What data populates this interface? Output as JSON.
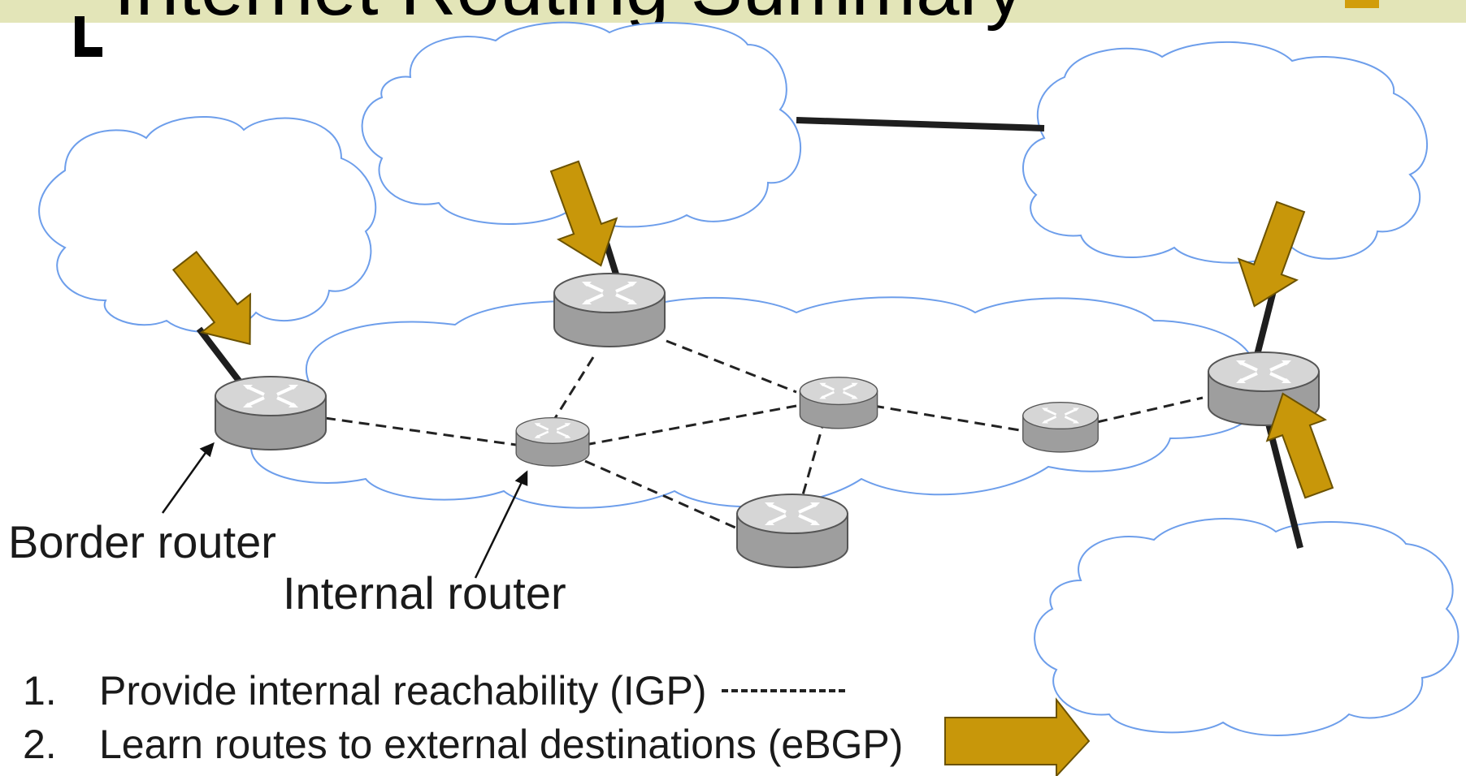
{
  "title": {
    "text": "Internet Routing Summary"
  },
  "labels": {
    "border_router": "Border router",
    "internal_router": "Internal router"
  },
  "list": [
    {
      "number": "1.",
      "text": "Provide internal reachability (IGP) ",
      "legend": "dashed-line"
    },
    {
      "number": "2.",
      "text": "Learn routes to external destinations (eBGP)",
      "legend": "arrow"
    }
  ],
  "colors": {
    "cloud_stroke": "#6d9eeb",
    "arrow_fill": "#c8970a",
    "arrow_stroke": "#6b5200",
    "router_fill": "#b8b8b8",
    "title_band": "#e3e5b8",
    "title_accent": "#d19d0b"
  },
  "icons": [
    "cloud-icon",
    "router-icon",
    "arrow-icon"
  ]
}
